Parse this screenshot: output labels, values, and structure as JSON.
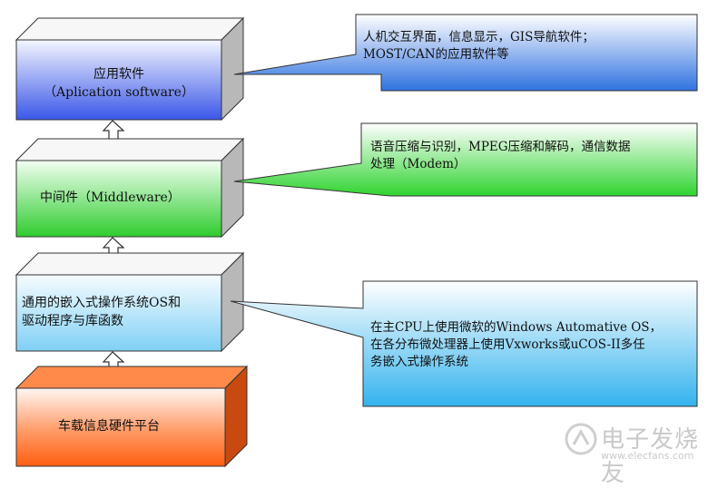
{
  "layers": [
    {
      "label_line1": "应用软件",
      "label_line2": "（Aplication software）"
    },
    {
      "label_line1": "中间件（Middleware）"
    },
    {
      "label_line1": "通用的嵌入式操作系统OS和",
      "label_line2": "驱动程序与库函数"
    },
    {
      "label_line1": "车载信息硬件平台"
    }
  ],
  "callouts": [
    {
      "line1": "人机交互界面，信息显示，GIS导航软件；",
      "line2": "MOST/CAN的应用软件等"
    },
    {
      "line1": "语音压缩与识别，MPEG压缩和解码，通信数据",
      "line2": "处理（Modem）"
    },
    {
      "line1": "在主CPU上使用微软的Windows Automative OS，",
      "line2": "在各分布微处理器上使用Vxworks或uCOS-II多任",
      "line3": "务嵌入式操作系统"
    }
  ],
  "watermark": {
    "brand": "电子发烧友",
    "url": "www.elecfans.com"
  },
  "colors": {
    "app_top": "#f4f6ff",
    "app_bottom": "#3a57e8",
    "mid_top": "#f2fff2",
    "mid_bottom": "#2ecc2e",
    "os_top": "#f4fbff",
    "os_bottom": "#7fd0f5",
    "hw_top": "#fff6f2",
    "hw_bottom": "#ff6a1a",
    "callout_blue": "#3b7fe0",
    "callout_green": "#35d935",
    "callout_cyan": "#3ab7ee"
  }
}
